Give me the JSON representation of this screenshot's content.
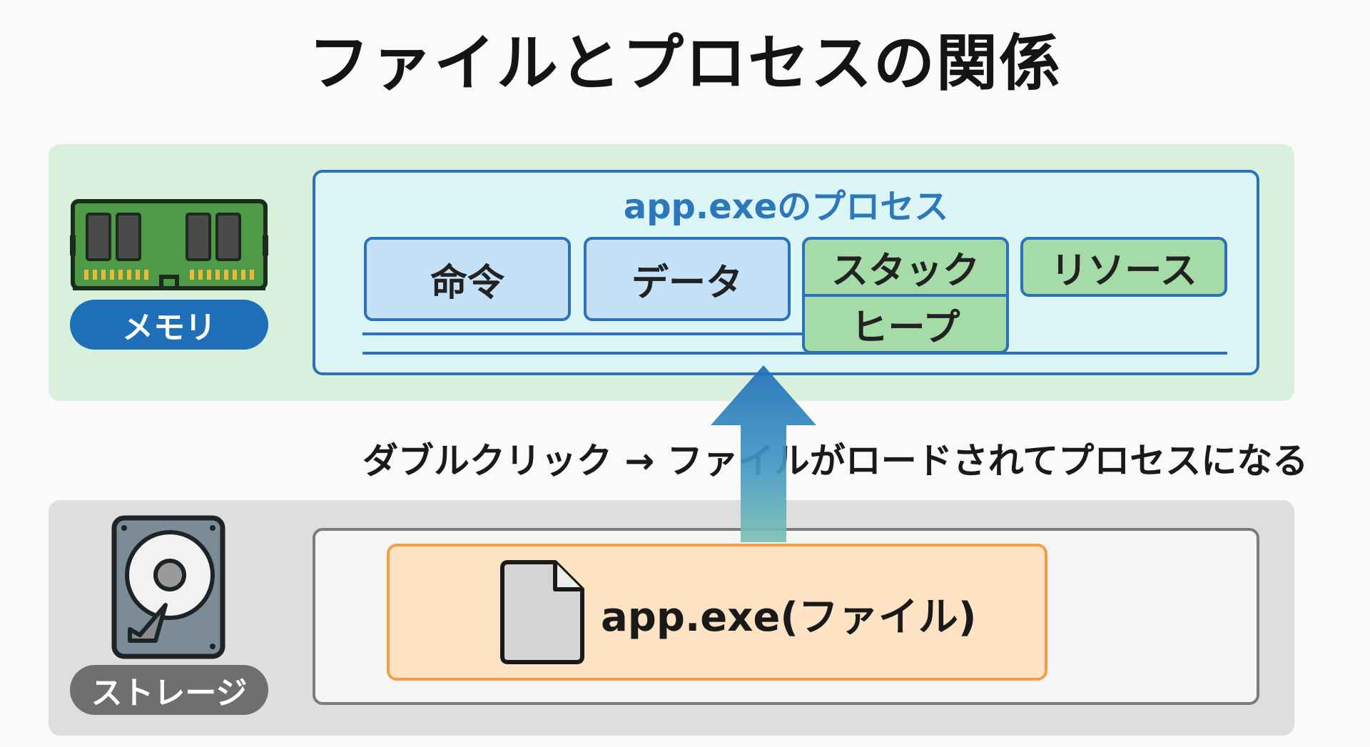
{
  "title": "ファイルとプロセスの関係",
  "memory": {
    "label": "メモリ",
    "process": {
      "title": "app.exeのプロセス",
      "segments": {
        "instructions": "命令",
        "data": "データ",
        "stack": "スタック",
        "heap": "ヒープ",
        "resources": "リソース"
      }
    }
  },
  "caption": "ダブルクリック → ファイルがロードされてプロセスになる",
  "storage": {
    "label": "ストレージ",
    "file_label": "app.exe(ファイル)"
  },
  "icons": {
    "memory": "ram-module-icon",
    "storage": "hard-disk-icon",
    "file": "document-icon",
    "load": "up-arrow-icon"
  },
  "colors": {
    "memory_panel": "#d9f1dc",
    "storage_panel": "#dedede",
    "process_border": "#2d72b8",
    "process_fill": "#dcf6f8",
    "segment_blue": "#c4e1f8",
    "segment_green": "#a4dba6",
    "file_fill": "#fde2c4",
    "file_border": "#f29e44",
    "memory_badge": "#1f6fb8",
    "storage_badge": "#6f6f6f"
  }
}
